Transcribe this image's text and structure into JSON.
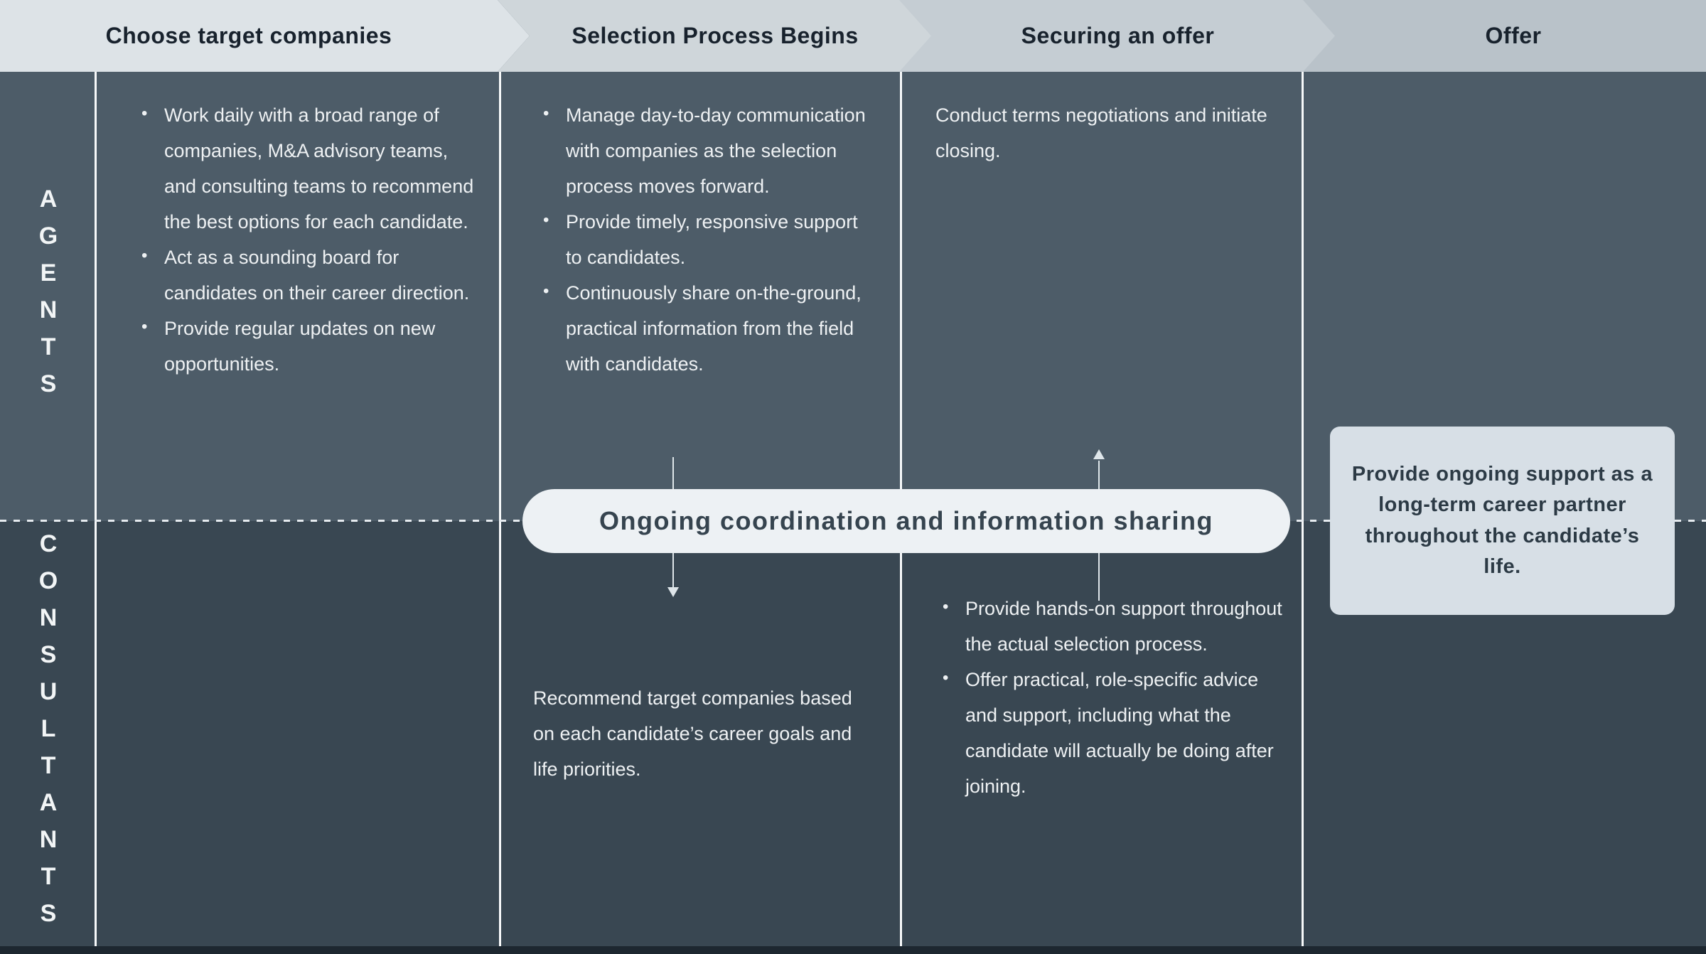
{
  "stages": [
    {
      "label": "Choose target companies"
    },
    {
      "label": "Selection Process Begins"
    },
    {
      "label": "Securing an offer"
    },
    {
      "label": "Offer"
    }
  ],
  "agents": {
    "row_label": "AGENTS",
    "choose_bullets": [
      "Work daily with a broad range of companies, M&A advisory teams, and consulting teams to recommend the best options for each candidate.",
      "Act as a sounding board for candidates on their career direction.",
      "Provide regular updates on new opportunities."
    ],
    "selection_bullets": [
      "Manage day-to-day communication with companies as the selection process moves forward.",
      "Provide timely, responsive support to candidates.",
      "Continuously share on-the-ground, practical information from the field with candidates."
    ],
    "securing_text": "Conduct terms negotiations and initiate closing."
  },
  "consultants": {
    "row_label": "CONSULTANTS",
    "selection_text": "Recommend target companies based on each candidate’s career goals and life priorities.",
    "securing_bullets": [
      "Provide hands-on support throughout the actual selection process.",
      "Offer practical, role-specific advice and support, including what the candidate will actually be doing after joining."
    ]
  },
  "banner": {
    "text": "Ongoing coordination and information sharing"
  },
  "offer_box": {
    "text": "Provide ongoing support as a long-term career partner throughout the candidate’s life."
  },
  "colors": {
    "stage1_bg": "#dde3e7",
    "stage2_bg": "#cfd6da",
    "stage3_bg": "#c5cdd3",
    "stage4_bg": "#b9c2c9",
    "header_text": "#18222d",
    "agents_row_bg": "#4d5c68",
    "consultants_row_bg": "#394752",
    "body_text": "#eef1f3",
    "banner_bg": "#edf1f4",
    "banner_text": "#36444f",
    "offer_box_bg": "#d7dfe6",
    "offer_box_text": "#2c3a45",
    "bottom_strip": "#1d2730",
    "divider": "#f7f9fa"
  }
}
